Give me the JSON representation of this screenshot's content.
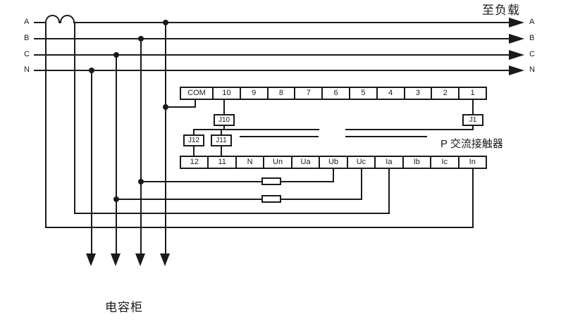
{
  "diagram": {
    "load_label": "至负载",
    "capacitor_label": "电容柜",
    "contactor_label": "P 交流接触器",
    "phase_labels_left": [
      "A",
      "B",
      "C",
      "N"
    ],
    "phase_labels_right": [
      "A",
      "B",
      "C",
      "N"
    ],
    "relays": {
      "j10": "J10",
      "j1": "J1",
      "j12": "J12",
      "j11": "J11"
    },
    "terminals_top": [
      "COM",
      "10",
      "9",
      "8",
      "7",
      "6",
      "5",
      "4",
      "3",
      "2",
      "1"
    ],
    "terminals_bottom": [
      "12",
      "11",
      "N",
      "Un",
      "Ua",
      "Ub",
      "Uc",
      "Ia",
      "Ib",
      "Ic",
      "In"
    ],
    "colors": {
      "line": "#1a1a1a",
      "background": "#ffffff"
    }
  }
}
